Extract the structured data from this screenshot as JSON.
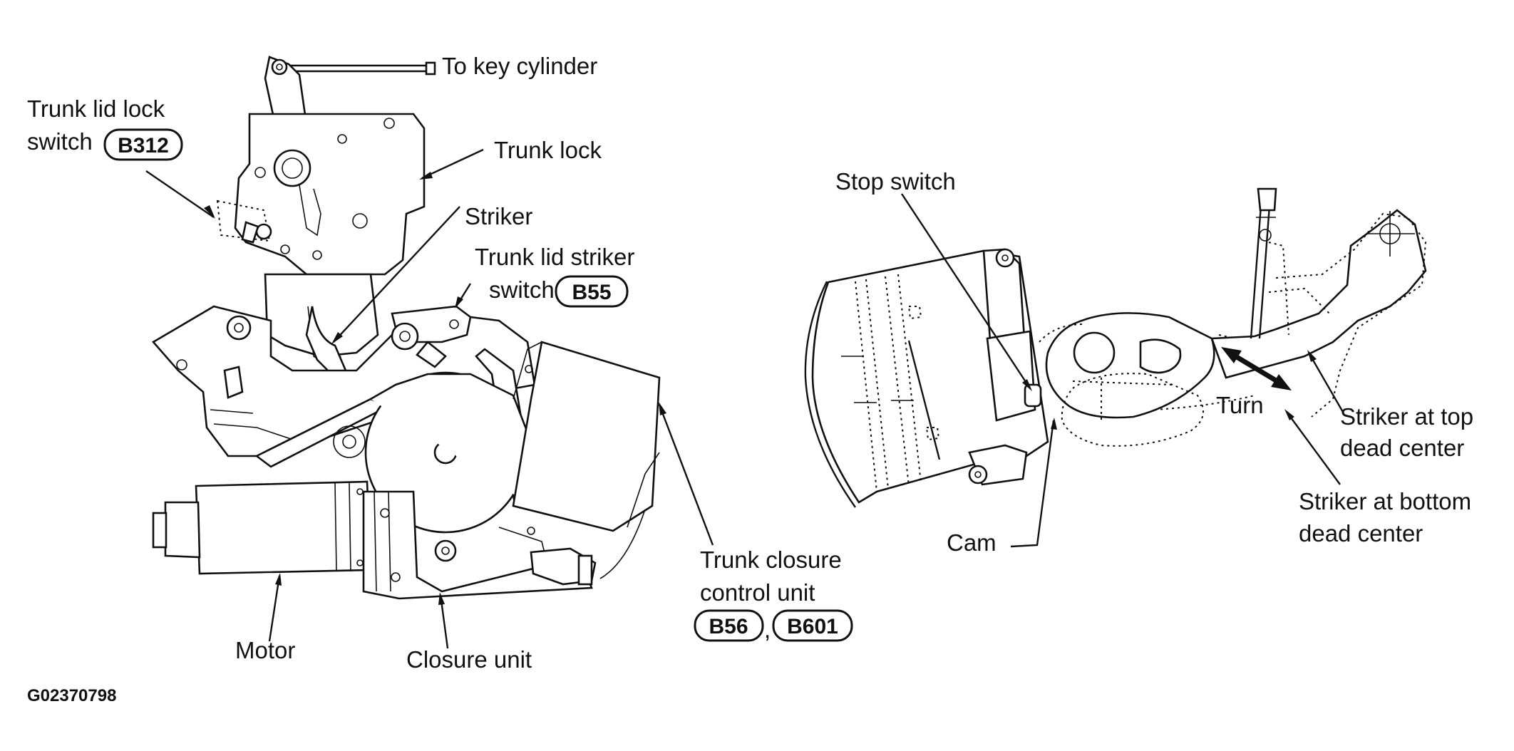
{
  "labels": {
    "to_key_cylinder": "To key cylinder",
    "trunk_lid_lock_switch_1": "Trunk lid lock",
    "trunk_lid_lock_switch_2": "switch",
    "trunk_lock": "Trunk lock",
    "striker": "Striker",
    "trunk_lid_striker_switch_1": "Trunk lid striker",
    "trunk_lid_striker_switch_2": "switch",
    "trunk_closure_control_unit_1": "Trunk closure",
    "trunk_closure_control_unit_2": "control unit",
    "motor": "Motor",
    "closure_unit": "Closure unit",
    "stop_switch": "Stop switch",
    "cam": "Cam",
    "turn": "Turn",
    "striker_top_1": "Striker at top",
    "striker_top_2": "dead center",
    "striker_bottom_1": "Striker at bottom",
    "striker_bottom_2": "dead center",
    "figure_id": "G02370798"
  },
  "connectors": {
    "b312": "B312",
    "b55": "B55",
    "b56": "B56",
    "b601": "B601",
    "separator": ","
  }
}
